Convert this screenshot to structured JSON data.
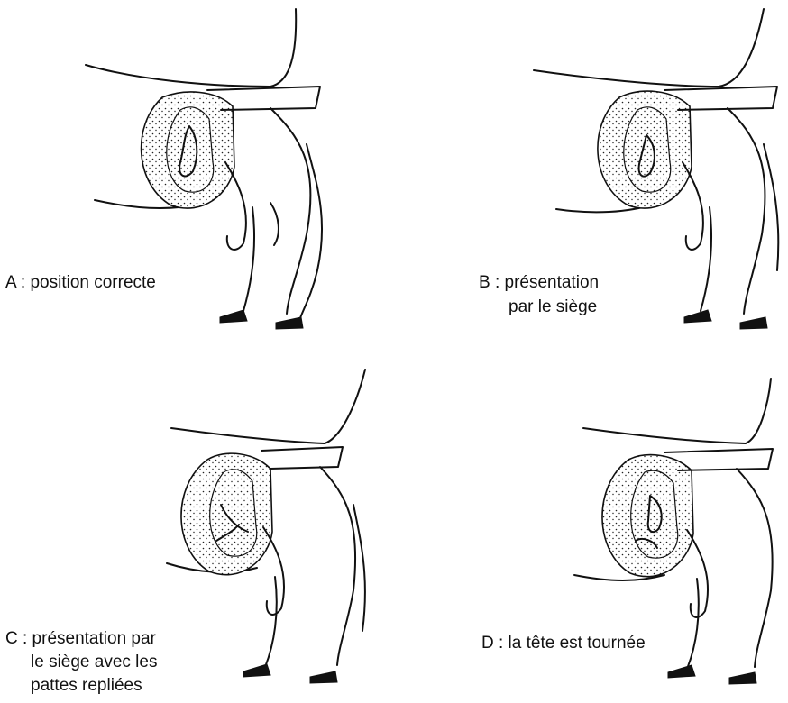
{
  "panels": [
    {
      "id": "A",
      "caption_lines": [
        "A : position correcte"
      ]
    },
    {
      "id": "B",
      "caption_lines": [
        "B : présentation",
        "par le siège"
      ]
    },
    {
      "id": "C",
      "caption_lines": [
        "C : présentation par",
        "le siège avec les",
        "pattes repliées"
      ]
    },
    {
      "id": "D",
      "caption_lines": [
        "D : la tête est tournée"
      ]
    }
  ],
  "colors": {
    "ink": "#111111",
    "background": "#ffffff"
  }
}
